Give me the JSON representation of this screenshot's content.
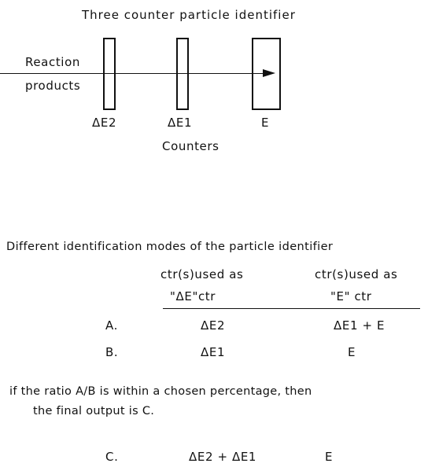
{
  "diagram": {
    "title": "Three counter particle identifier",
    "input_label_line1": "Reaction",
    "input_label_line2": "products",
    "counters": [
      {
        "label": "ΔE2"
      },
      {
        "label": "ΔE1"
      },
      {
        "label": "E"
      }
    ],
    "counters_caption": "Counters"
  },
  "modes": {
    "heading": "Different identification modes of the particle identifier",
    "col1_header_line1": "ctr(s)used as",
    "col1_header_line2": "\"ΔE\"ctr",
    "col2_header_line1": "ctr(s)used as",
    "col2_header_line2": "\"E\" ctr",
    "rows": [
      {
        "label": "A.",
        "de": "ΔE2",
        "e": "ΔE1 + E"
      },
      {
        "label": "B.",
        "de": "ΔE1",
        "e": "E"
      }
    ],
    "note_line1": "if the ratio A/B is within a chosen percentage, then",
    "note_line2": "the final output is C.",
    "final_row": {
      "label": "C.",
      "de": "ΔE2 + ΔE1",
      "e": "E"
    }
  }
}
